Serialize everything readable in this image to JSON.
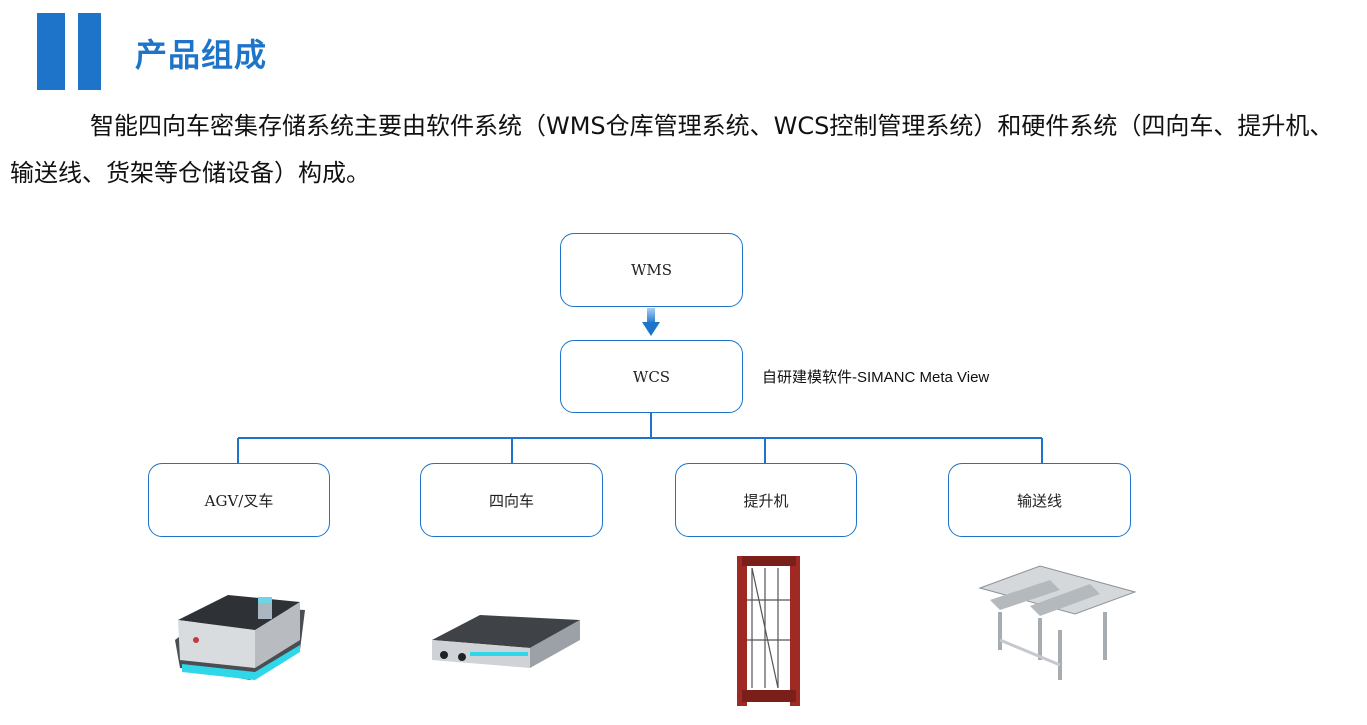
{
  "header": {
    "title": "产品组成",
    "accent_color": "#1e74c9"
  },
  "intro": {
    "paragraph": "智能四向车密集存储系统主要由软件系统（WMS仓库管理系统、WCS控制管理系统）和硬件系统（四向车、提升机、输送线、货架等仓储设备）构成。"
  },
  "diagram": {
    "nodes": {
      "wms": "WMS",
      "wcs": "WCS",
      "agv": "AGV/叉车",
      "four_way": "四向车",
      "lift": "提升机",
      "conveyor": "输送线"
    },
    "wcs_note": "自研建模软件-SIMANC Meta View",
    "line_color": "#1e74c9"
  }
}
